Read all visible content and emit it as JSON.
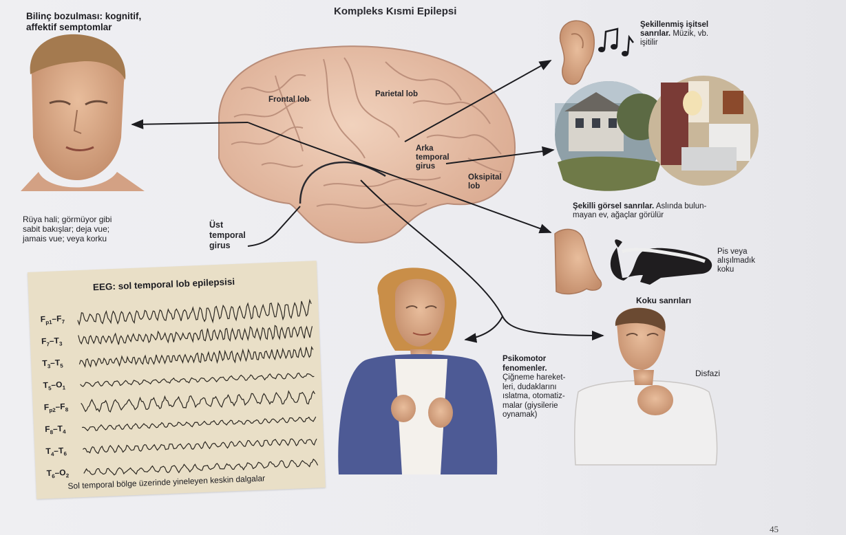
{
  "title": "Kompleks Kısmi Epilepsi",
  "header_left": {
    "line1": "Bilinç bozulması: kognitif,",
    "line2": "affektif semptomlar"
  },
  "caption_left": {
    "line1": "Rüya hali; görmüyor gibi",
    "line2": "sabit bakışlar; deja vue;",
    "line3": "jamais vue; veya korku"
  },
  "brain_labels": {
    "frontal": "Frontal lob",
    "parietal": "Parietal lob",
    "arka1": "Arka",
    "arka2": "temporal",
    "arka3": "girus",
    "oks1": "Oksipital",
    "oks2": "lob",
    "ust1": "Üst",
    "ust2": "temporal",
    "ust3": "girus"
  },
  "auditory": {
    "bold1": "Şekillenmiş işitsel",
    "bold2": "sanrılar.",
    "rest2": " Müzik, vb.",
    "line3": "işitilir"
  },
  "visual": {
    "bold": "Şekilli görsel sanrılar.",
    "rest1": " Aslında bulun-",
    "line2": "mayan ev, ağaçlar görülür"
  },
  "smell": {
    "line1": "Pis veya",
    "line2": "alışılmadık",
    "line3": "koku",
    "title": "Koku sanrıları"
  },
  "psychomotor": {
    "bold1": "Psikomotor",
    "bold2": "fenomenler.",
    "line3": "Çiğneme hareket-",
    "line4": "leri, dudaklarını",
    "line5": "ıslatma, otomatiz-",
    "line6": "malar (giysilerie",
    "line7": "oynamak)"
  },
  "dysphasia": "Disfazi",
  "eeg": {
    "title": "EEG: sol temporal lob epilepsisi",
    "footer": "Sol temporal bölge üzerinde yineleyen keskin dalgalar",
    "channels": [
      {
        "a": "F",
        "as": "p1",
        "b": "F",
        "bs": "7"
      },
      {
        "a": "F",
        "as": "7",
        "b": "T",
        "bs": "3"
      },
      {
        "a": "T",
        "as": "3",
        "b": "T",
        "bs": "5"
      },
      {
        "a": "T",
        "as": "5",
        "b": "O",
        "bs": "1"
      },
      {
        "a": "F",
        "as": "p2",
        "b": "F",
        "bs": "8"
      },
      {
        "a": "F",
        "as": "8",
        "b": "T",
        "bs": "4"
      },
      {
        "a": "T",
        "as": "4",
        "b": "T",
        "bs": "6"
      },
      {
        "a": "T",
        "as": "6",
        "b": "O",
        "bs": "2"
      }
    ]
  },
  "page_number": "45",
  "colors": {
    "brain": "#e7bfa6",
    "brain_fold": "#b98c78",
    "skin": "#d9a888",
    "sweater": "#4d5a95",
    "eeg_paper": "#e9dfc7",
    "arrow": "#1c1c20"
  }
}
